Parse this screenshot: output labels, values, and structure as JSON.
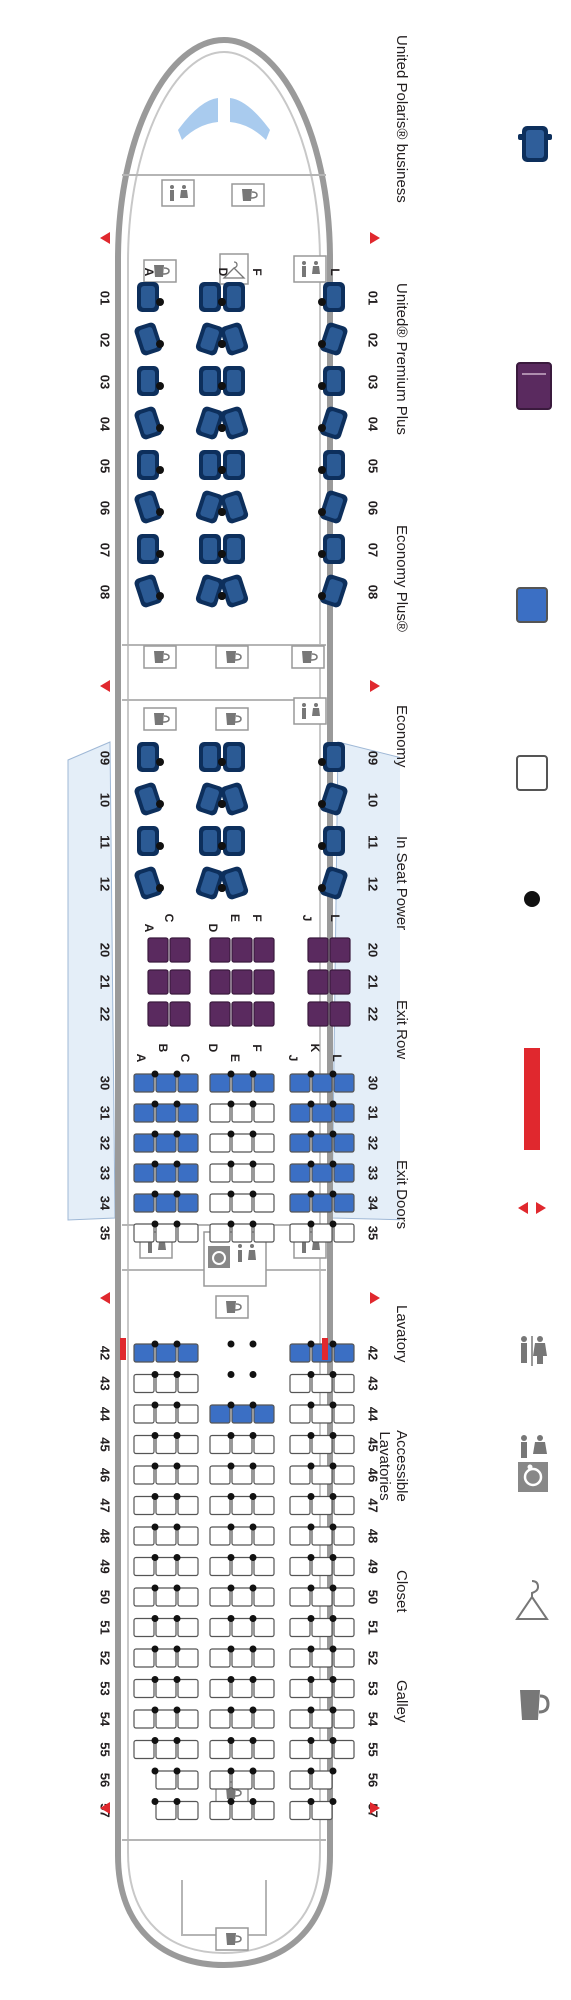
{
  "colors": {
    "polaris": "#0d2f5c",
    "premium_plus": "#5a2a5f",
    "economy_plus": "#3b6fc4",
    "economy": "#ffffff",
    "fuselage": "#9a9a9a",
    "windshield": "#a9cbee",
    "exit_row": "#e0282e",
    "power_dot": "#111111",
    "wing": "#e4eef8"
  },
  "sections": {
    "polaris_front": {
      "rows": [
        "01",
        "02",
        "03",
        "04",
        "05",
        "06",
        "07",
        "08"
      ],
      "letters": [
        "A",
        "D",
        "F",
        "L"
      ]
    },
    "polaris_rear": {
      "rows": [
        "09",
        "10",
        "11",
        "12"
      ]
    },
    "premium_plus": {
      "rows": [
        "20",
        "21",
        "22"
      ],
      "letters": [
        "A",
        "C",
        "D",
        "E",
        "F",
        "J",
        "L"
      ]
    },
    "economy_plus": {
      "rows": [
        "30",
        "31",
        "32",
        "33",
        "34",
        "35"
      ],
      "letters": [
        "A",
        "B",
        "C",
        "D",
        "E",
        "F",
        "J",
        "K",
        "L"
      ]
    },
    "economy_rear": {
      "rows": [
        "42",
        "43",
        "44",
        "45",
        "46",
        "47",
        "48",
        "49",
        "50",
        "51",
        "52",
        "53",
        "54",
        "55",
        "56",
        "57"
      ]
    }
  },
  "legend": [
    {
      "label": "United Polaris® business",
      "icon": "polaris-seat-icon"
    },
    {
      "label": "United® Premium Plus",
      "icon": "premium-plus-seat-icon"
    },
    {
      "label": "Economy Plus®",
      "icon": "economy-plus-seat-icon"
    },
    {
      "label": "Economy",
      "icon": "economy-seat-icon"
    },
    {
      "label": "In Seat Power",
      "icon": "power-dot-icon"
    },
    {
      "label": "Exit Row",
      "icon": "exit-row-bar-icon"
    },
    {
      "label": "Exit Doors",
      "icon": "exit-doors-icon"
    },
    {
      "label": "Lavatory",
      "icon": "lavatory-icon"
    },
    {
      "label": "Accessible Lavatories",
      "icon": "accessible-lavatory-icon"
    },
    {
      "label": "Closet",
      "icon": "closet-hanger-icon"
    },
    {
      "label": "Galley",
      "icon": "galley-cup-icon"
    }
  ]
}
